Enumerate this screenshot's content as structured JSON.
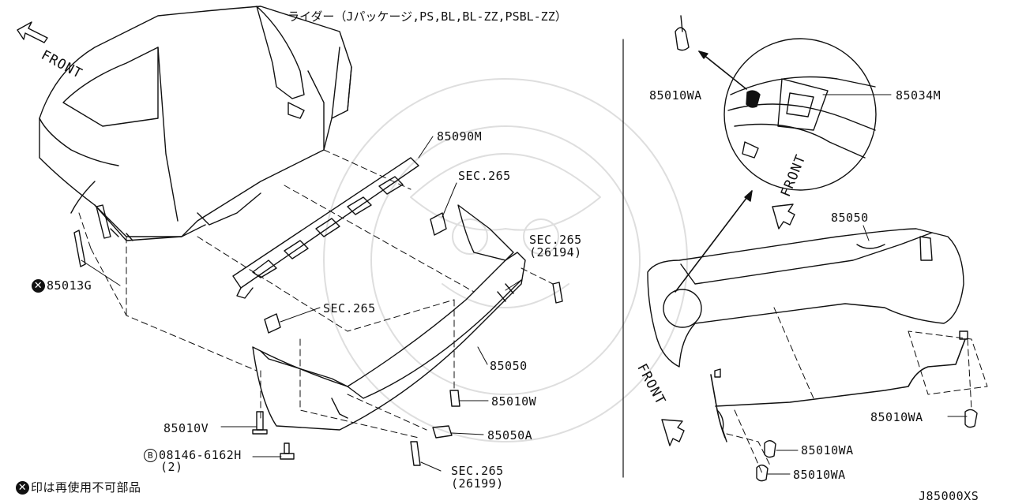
{
  "header": {
    "title": "ライダー（Jパッケージ,PS,BL,BL-ZZ,PSBL-ZZ）"
  },
  "front_labels": {
    "left": "FRONT",
    "detail": "FRONT",
    "right": "FRONT"
  },
  "parts": {
    "p85090M": "85090M",
    "sec265_top": "SEC.265",
    "sec265_26194": "SEC.265",
    "sec265_26194_sub": "(26194)",
    "p85013G": "85013G",
    "sec265_mid": "SEC.265",
    "p85050_left": "85050",
    "p85010W": "85010W",
    "p85010V": "85010V",
    "p85050A": "85050A",
    "bolt": "08146-6162H",
    "bolt_qty": "(2)",
    "bolt_mark": "B",
    "sec265_26199": "SEC.265",
    "sec265_26199_sub": "(26199)",
    "p85010WA_top": "85010WA",
    "p85034M": "85034M",
    "p85050_right": "85050",
    "p85010WA_r1": "85010WA",
    "p85010WA_r2": "85010WA",
    "p85010WA_r3": "85010WA"
  },
  "legend": {
    "not_reusable": "印は再使用不可部品"
  },
  "diagram_code": "J85000XS"
}
